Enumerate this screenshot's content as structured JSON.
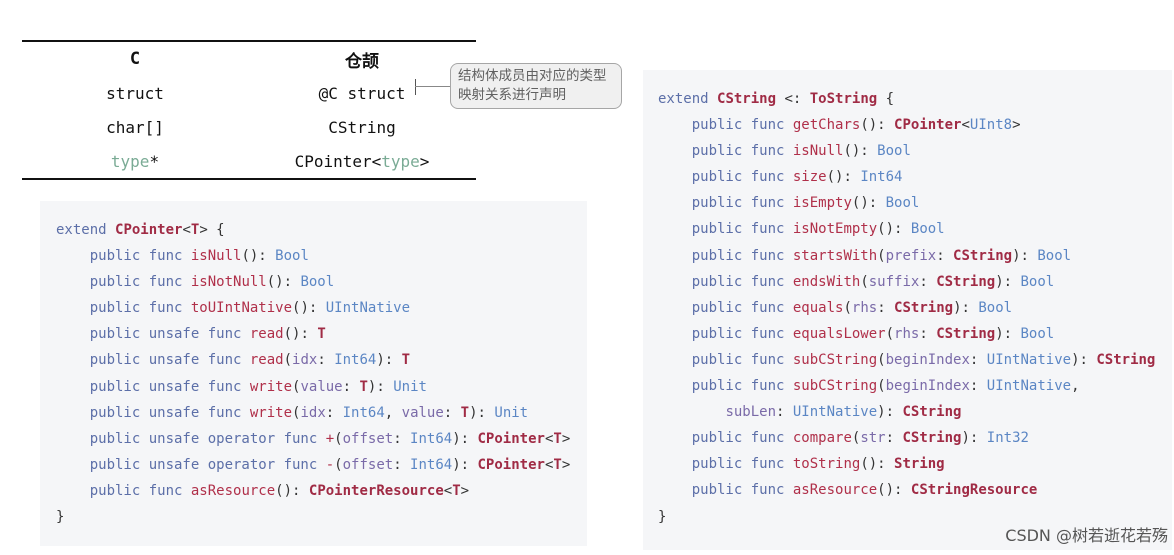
{
  "table": {
    "header": [
      "C",
      "仓颉"
    ],
    "rows": [
      {
        "c": "struct",
        "cj": "@C struct"
      },
      {
        "c": "char[]",
        "cj": "CString"
      },
      {
        "c_type": "type",
        "c_suffix": "*",
        "cj_prefix": "CPointer<",
        "cj_type": "type",
        "cj_suffix": ">"
      }
    ]
  },
  "callout": {
    "text": "结构体成员由对应的类型映射关系进行声明"
  },
  "left_code": [
    [
      [
        "kw",
        "extend "
      ],
      [
        "ty",
        "CPointer"
      ],
      [
        "pn",
        "<"
      ],
      [
        "ty",
        "T"
      ],
      [
        "pn",
        "> {"
      ]
    ],
    [
      [
        "pn",
        "    "
      ],
      [
        "kw",
        "public func "
      ],
      [
        "fn",
        "isNull"
      ],
      [
        "pn",
        "(): "
      ],
      [
        "bt",
        "Bool"
      ]
    ],
    [
      [
        "pn",
        "    "
      ],
      [
        "kw",
        "public func "
      ],
      [
        "fn",
        "isNotNull"
      ],
      [
        "pn",
        "(): "
      ],
      [
        "bt",
        "Bool"
      ]
    ],
    [
      [
        "pn",
        "    "
      ],
      [
        "kw",
        "public func "
      ],
      [
        "fn",
        "toUIntNative"
      ],
      [
        "pn",
        "(): "
      ],
      [
        "bt",
        "UIntNative"
      ]
    ],
    [
      [
        "pn",
        "    "
      ],
      [
        "kw",
        "public unsafe func "
      ],
      [
        "fn",
        "read"
      ],
      [
        "pn",
        "(): "
      ],
      [
        "ty",
        "T"
      ]
    ],
    [
      [
        "pn",
        "    "
      ],
      [
        "kw",
        "public unsafe func "
      ],
      [
        "fn",
        "read"
      ],
      [
        "pn",
        "("
      ],
      [
        "pr",
        "idx"
      ],
      [
        "pn",
        ": "
      ],
      [
        "bt",
        "Int64"
      ],
      [
        "pn",
        "): "
      ],
      [
        "ty",
        "T"
      ]
    ],
    [
      [
        "pn",
        "    "
      ],
      [
        "kw",
        "public unsafe func "
      ],
      [
        "fn",
        "write"
      ],
      [
        "pn",
        "("
      ],
      [
        "pr",
        "value"
      ],
      [
        "pn",
        ": "
      ],
      [
        "ty",
        "T"
      ],
      [
        "pn",
        "): "
      ],
      [
        "bt",
        "Unit"
      ]
    ],
    [
      [
        "pn",
        "    "
      ],
      [
        "kw",
        "public unsafe func "
      ],
      [
        "fn",
        "write"
      ],
      [
        "pn",
        "("
      ],
      [
        "pr",
        "idx"
      ],
      [
        "pn",
        ": "
      ],
      [
        "bt",
        "Int64"
      ],
      [
        "pn",
        ", "
      ],
      [
        "pr",
        "value"
      ],
      [
        "pn",
        ": "
      ],
      [
        "ty",
        "T"
      ],
      [
        "pn",
        "): "
      ],
      [
        "bt",
        "Unit"
      ]
    ],
    [
      [
        "pn",
        "    "
      ],
      [
        "kw",
        "public unsafe operator func "
      ],
      [
        "fn",
        "+"
      ],
      [
        "pn",
        "("
      ],
      [
        "pr",
        "offset"
      ],
      [
        "pn",
        ": "
      ],
      [
        "bt",
        "Int64"
      ],
      [
        "pn",
        "): "
      ],
      [
        "ty",
        "CPointer"
      ],
      [
        "pn",
        "<"
      ],
      [
        "ty",
        "T"
      ],
      [
        "pn",
        ">"
      ]
    ],
    [
      [
        "pn",
        "    "
      ],
      [
        "kw",
        "public unsafe operator func "
      ],
      [
        "fn",
        "-"
      ],
      [
        "pn",
        "("
      ],
      [
        "pr",
        "offset"
      ],
      [
        "pn",
        ": "
      ],
      [
        "bt",
        "Int64"
      ],
      [
        "pn",
        "): "
      ],
      [
        "ty",
        "CPointer"
      ],
      [
        "pn",
        "<"
      ],
      [
        "ty",
        "T"
      ],
      [
        "pn",
        ">"
      ]
    ],
    [
      [
        "pn",
        "    "
      ],
      [
        "kw",
        "public func "
      ],
      [
        "fn",
        "asResource"
      ],
      [
        "pn",
        "(): "
      ],
      [
        "ty",
        "CPointerResource"
      ],
      [
        "pn",
        "<"
      ],
      [
        "ty",
        "T"
      ],
      [
        "pn",
        ">"
      ]
    ],
    [
      [
        "pn",
        "}"
      ]
    ]
  ],
  "right_code": [
    [
      [
        "kw",
        "extend "
      ],
      [
        "ty",
        "CString"
      ],
      [
        "pn",
        " <: "
      ],
      [
        "ty",
        "ToString"
      ],
      [
        "pn",
        " {"
      ]
    ],
    [
      [
        "pn",
        "    "
      ],
      [
        "kw",
        "public func "
      ],
      [
        "fn",
        "getChars"
      ],
      [
        "pn",
        "(): "
      ],
      [
        "ty",
        "CPointer"
      ],
      [
        "pn",
        "<"
      ],
      [
        "bt",
        "UInt8"
      ],
      [
        "pn",
        ">"
      ]
    ],
    [
      [
        "pn",
        "    "
      ],
      [
        "kw",
        "public func "
      ],
      [
        "fn",
        "isNull"
      ],
      [
        "pn",
        "(): "
      ],
      [
        "bt",
        "Bool"
      ]
    ],
    [
      [
        "pn",
        "    "
      ],
      [
        "kw",
        "public func "
      ],
      [
        "fn",
        "size"
      ],
      [
        "pn",
        "(): "
      ],
      [
        "bt",
        "Int64"
      ]
    ],
    [
      [
        "pn",
        "    "
      ],
      [
        "kw",
        "public func "
      ],
      [
        "fn",
        "isEmpty"
      ],
      [
        "pn",
        "(): "
      ],
      [
        "bt",
        "Bool"
      ]
    ],
    [
      [
        "pn",
        "    "
      ],
      [
        "kw",
        "public func "
      ],
      [
        "fn",
        "isNotEmpty"
      ],
      [
        "pn",
        "(): "
      ],
      [
        "bt",
        "Bool"
      ]
    ],
    [
      [
        "pn",
        "    "
      ],
      [
        "kw",
        "public func "
      ],
      [
        "fn",
        "startsWith"
      ],
      [
        "pn",
        "("
      ],
      [
        "pr",
        "prefix"
      ],
      [
        "pn",
        ": "
      ],
      [
        "ty",
        "CString"
      ],
      [
        "pn",
        "): "
      ],
      [
        "bt",
        "Bool"
      ]
    ],
    [
      [
        "pn",
        "    "
      ],
      [
        "kw",
        "public func "
      ],
      [
        "fn",
        "endsWith"
      ],
      [
        "pn",
        "("
      ],
      [
        "pr",
        "suffix"
      ],
      [
        "pn",
        ": "
      ],
      [
        "ty",
        "CString"
      ],
      [
        "pn",
        "): "
      ],
      [
        "bt",
        "Bool"
      ]
    ],
    [
      [
        "pn",
        "    "
      ],
      [
        "kw",
        "public func "
      ],
      [
        "fn",
        "equals"
      ],
      [
        "pn",
        "("
      ],
      [
        "pr",
        "rhs"
      ],
      [
        "pn",
        ": "
      ],
      [
        "ty",
        "CString"
      ],
      [
        "pn",
        "): "
      ],
      [
        "bt",
        "Bool"
      ]
    ],
    [
      [
        "pn",
        "    "
      ],
      [
        "kw",
        "public func "
      ],
      [
        "fn",
        "equalsLower"
      ],
      [
        "pn",
        "("
      ],
      [
        "pr",
        "rhs"
      ],
      [
        "pn",
        ": "
      ],
      [
        "ty",
        "CString"
      ],
      [
        "pn",
        "): "
      ],
      [
        "bt",
        "Bool"
      ]
    ],
    [
      [
        "pn",
        "    "
      ],
      [
        "kw",
        "public func "
      ],
      [
        "fn",
        "subCString"
      ],
      [
        "pn",
        "("
      ],
      [
        "pr",
        "beginIndex"
      ],
      [
        "pn",
        ": "
      ],
      [
        "bt",
        "UIntNative"
      ],
      [
        "pn",
        "): "
      ],
      [
        "ty",
        "CString"
      ]
    ],
    [
      [
        "pn",
        "    "
      ],
      [
        "kw",
        "public func "
      ],
      [
        "fn",
        "subCString"
      ],
      [
        "pn",
        "("
      ],
      [
        "pr",
        "beginIndex"
      ],
      [
        "pn",
        ": "
      ],
      [
        "bt",
        "UIntNative"
      ],
      [
        "pn",
        ","
      ]
    ],
    [
      [
        "pn",
        "        "
      ],
      [
        "pr",
        "subLen"
      ],
      [
        "pn",
        ": "
      ],
      [
        "bt",
        "UIntNative"
      ],
      [
        "pn",
        "): "
      ],
      [
        "ty",
        "CString"
      ]
    ],
    [
      [
        "pn",
        "    "
      ],
      [
        "kw",
        "public func "
      ],
      [
        "fn",
        "compare"
      ],
      [
        "pn",
        "("
      ],
      [
        "pr",
        "str"
      ],
      [
        "pn",
        ": "
      ],
      [
        "ty",
        "CString"
      ],
      [
        "pn",
        "): "
      ],
      [
        "bt",
        "Int32"
      ]
    ],
    [
      [
        "pn",
        "    "
      ],
      [
        "kw",
        "public func "
      ],
      [
        "fn",
        "toString"
      ],
      [
        "pn",
        "(): "
      ],
      [
        "ty",
        "String"
      ]
    ],
    [
      [
        "pn",
        "    "
      ],
      [
        "kw",
        "public func "
      ],
      [
        "fn",
        "asResource"
      ],
      [
        "pn",
        "(): "
      ],
      [
        "ty",
        "CStringResource"
      ]
    ],
    [
      [
        "pn",
        "}"
      ]
    ]
  ],
  "watermark": "CSDN @树若逝花若殇"
}
